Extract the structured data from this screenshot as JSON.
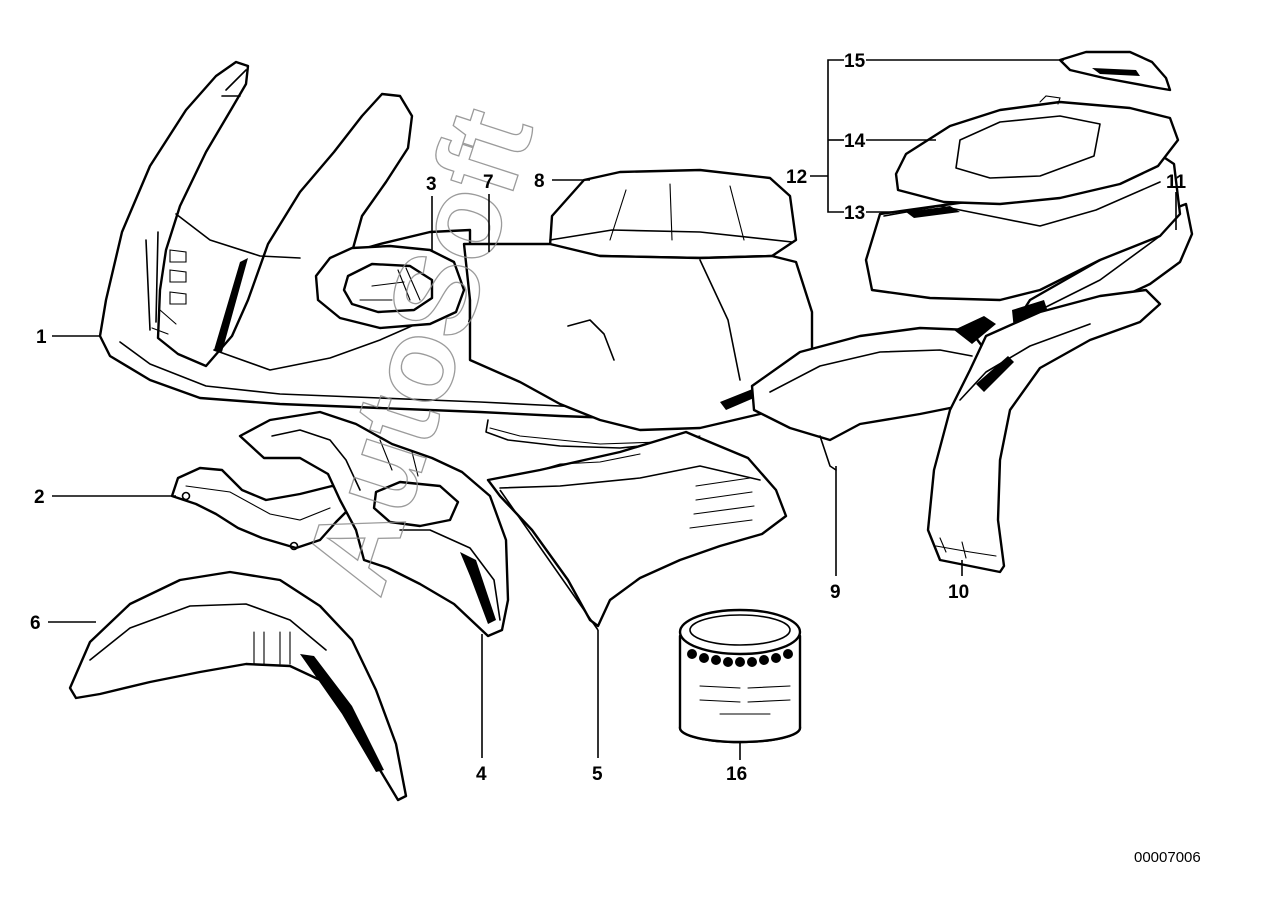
{
  "callouts": {
    "c1": "1",
    "c2": "2",
    "c3": "3",
    "c4": "4",
    "c5": "5",
    "c6": "6",
    "c7": "7",
    "c8": "8",
    "c9": "9",
    "c10": "10",
    "c11": "11",
    "c12": "12",
    "c13": "13",
    "c14": "14",
    "c15": "15",
    "c16": "16"
  },
  "watermark": "AutoSoft",
  "document_number": "00007006"
}
